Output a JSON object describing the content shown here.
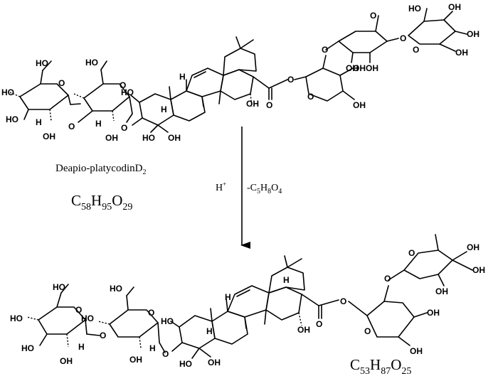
{
  "compound_top": {
    "name": "Deapio-platycodinD",
    "name_sub": "2",
    "formula": [
      {
        "t": "C",
        "sub": false
      },
      {
        "t": "58",
        "sub": true
      },
      {
        "t": "H",
        "sub": false
      },
      {
        "t": "95",
        "sub": true
      },
      {
        "t": "O",
        "sub": false
      },
      {
        "t": "29",
        "sub": true
      }
    ]
  },
  "compound_bottom": {
    "formula": [
      {
        "t": "C",
        "sub": false
      },
      {
        "t": "53",
        "sub": true
      },
      {
        "t": "H",
        "sub": false
      },
      {
        "t": "87",
        "sub": true
      },
      {
        "t": "O",
        "sub": false
      },
      {
        "t": "25",
        "sub": true
      }
    ]
  },
  "reaction": {
    "reagent_H": "H",
    "reagent_charge": "+",
    "loss_parts": [
      {
        "t": "-C",
        "sub": false
      },
      {
        "t": "5",
        "sub": true
      },
      {
        "t": "H",
        "sub": false
      },
      {
        "t": "8",
        "sub": true
      },
      {
        "t": "O",
        "sub": false
      },
      {
        "t": "4",
        "sub": true
      }
    ]
  },
  "atom_labels": {
    "HO": "HO",
    "OH": "OH",
    "O": "O",
    "H": "H"
  }
}
